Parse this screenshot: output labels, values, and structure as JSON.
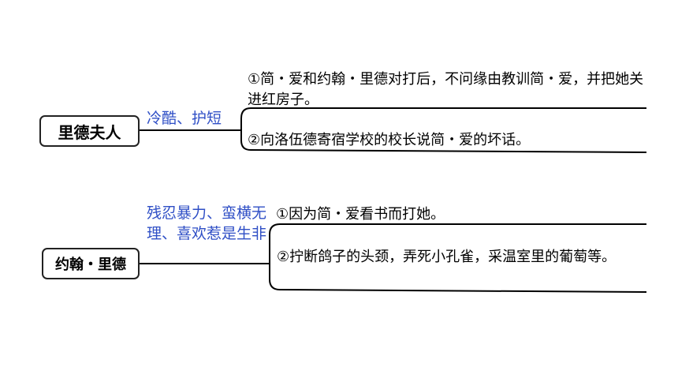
{
  "characters": [
    {
      "name": "里德夫人",
      "traits": "冷酷、护短",
      "points": [
        "①简・爱和约翰・里德对打后，不问缘由教训简・爱，并把她关进红房子。",
        "②向洛伍德寄宿学校的校长说简・爱的坏话。"
      ]
    },
    {
      "name": "约翰・里德",
      "traits": "残忍暴力、蛮横无理、喜欢惹是生非",
      "points": [
        "①因为简・爱看书而打她。",
        "②拧断鸽子的头颈，弄死小孔雀，采温室里的葡萄等。"
      ]
    }
  ]
}
